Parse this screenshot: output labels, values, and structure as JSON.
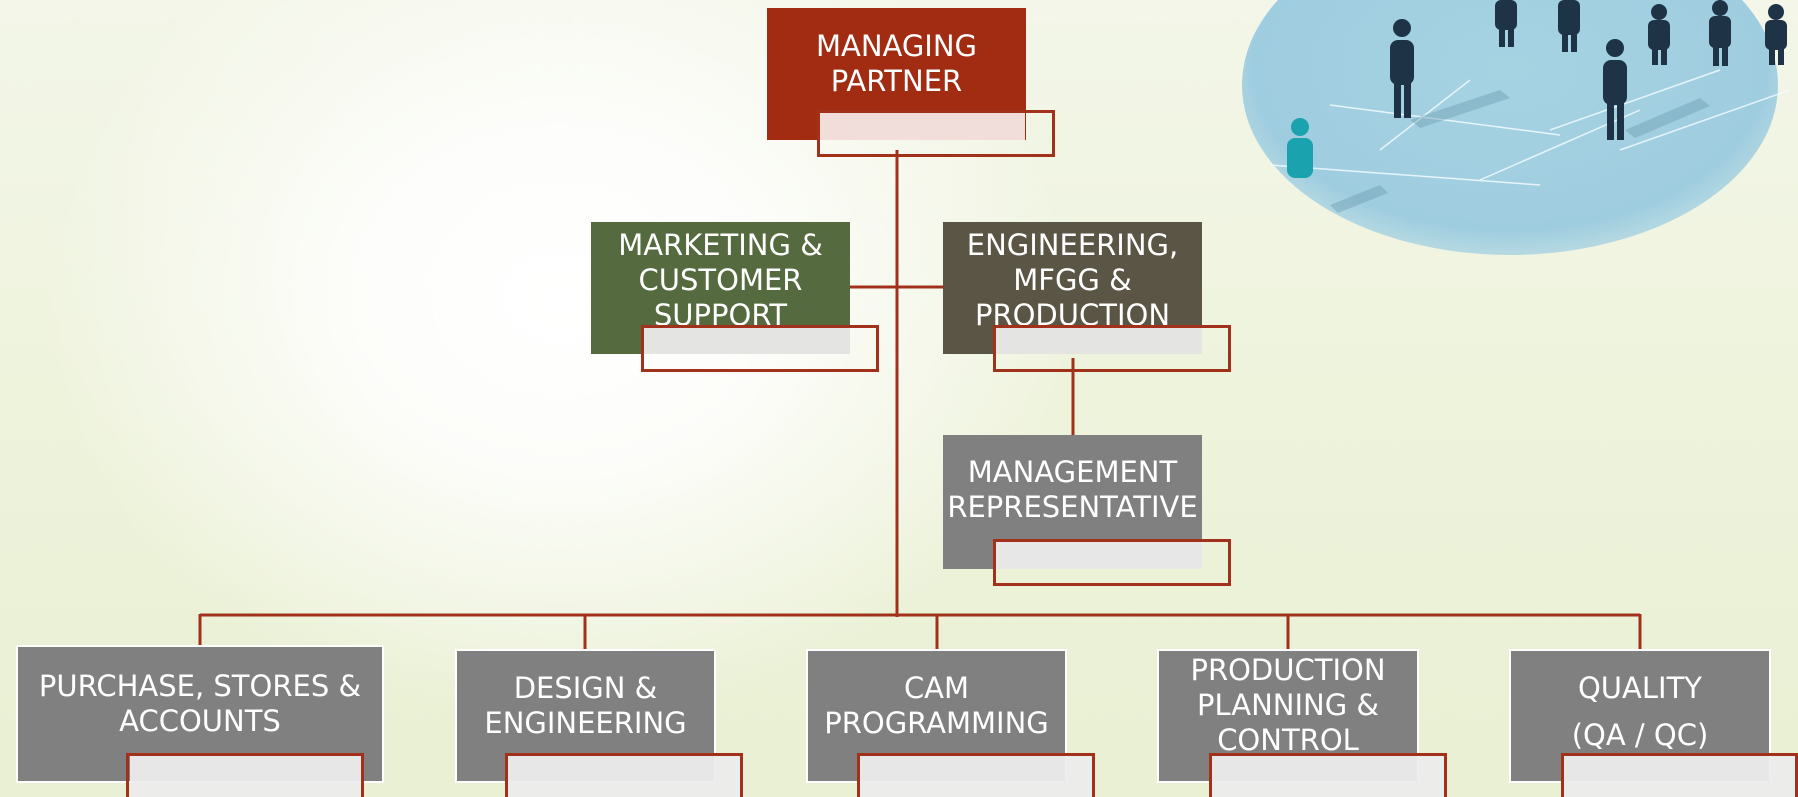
{
  "colors": {
    "connector": "#a2311b",
    "managing_partner_fill": "#a22c12",
    "marketing_fill": "#556a3e",
    "engineering_fill": "#5b5545",
    "grey_fill": "#808080",
    "decor_ellipse": "#a4d2e1",
    "people_dark": "#1e3446",
    "people_teal": "#1aa3ae"
  },
  "nodes": {
    "managing_partner": {
      "lines": [
        "MANAGING",
        "PARTNER"
      ]
    },
    "marketing": {
      "lines": [
        "MARKETING &",
        "CUSTOMER",
        "SUPPORT"
      ]
    },
    "engineering": {
      "lines": [
        "ENGINEERING,",
        "MFGG &",
        "PRODUCTION"
      ]
    },
    "management_rep": {
      "lines": [
        "MANAGEMENT",
        "REPRESENTATIVE"
      ]
    },
    "purchase": {
      "lines": [
        "PURCHASE, STORES &",
        "ACCOUNTS"
      ]
    },
    "design": {
      "lines": [
        "DESIGN &",
        "ENGINEERING"
      ]
    },
    "cam": {
      "lines": [
        "CAM",
        "PROGRAMMING"
      ]
    },
    "ppc": {
      "lines": [
        "PRODUCTION",
        "PLANNING &",
        "CONTROL"
      ]
    },
    "quality": {
      "lines": [
        "QUALITY",
        "(QA / QC)"
      ]
    }
  },
  "decor": {
    "image_icon": "people-network-illustration-icon"
  }
}
